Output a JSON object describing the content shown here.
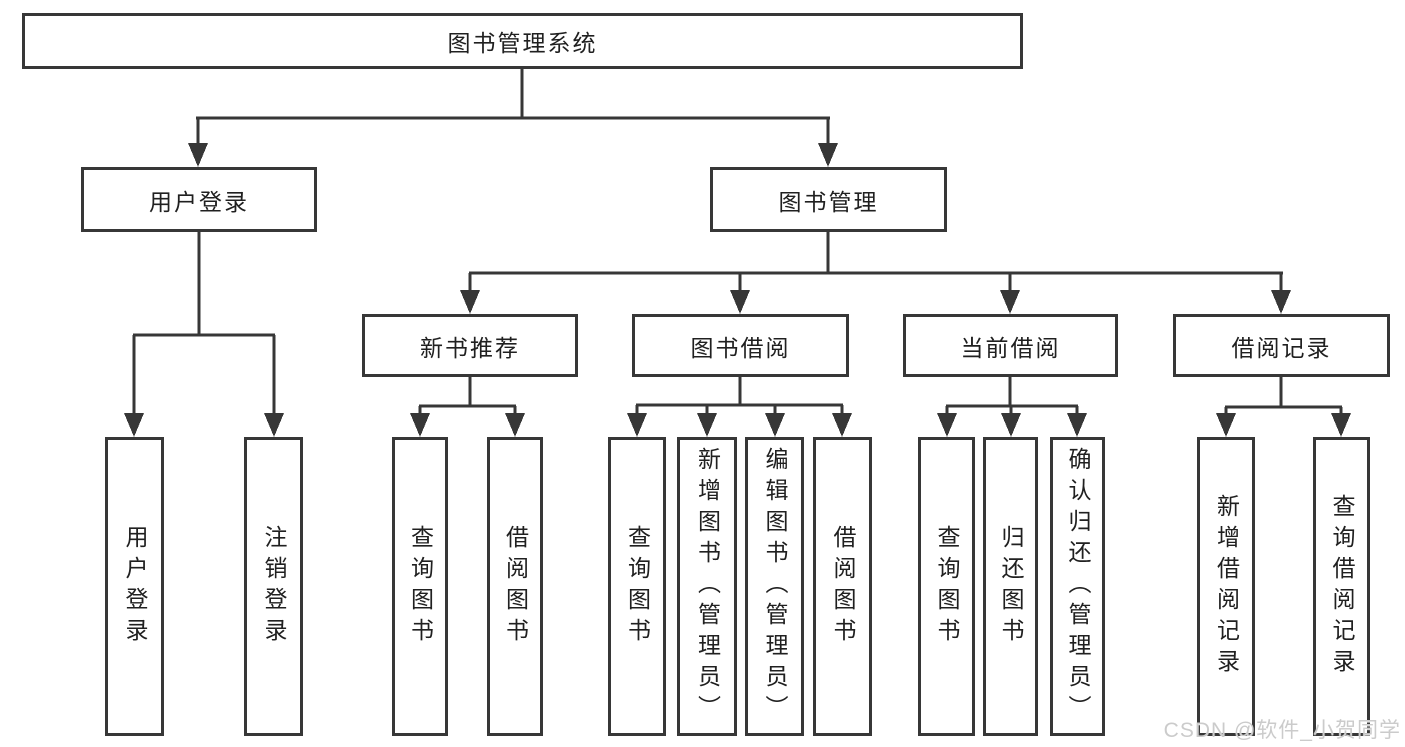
{
  "diagram": {
    "watermark": "CSDN @软件_小贺同学",
    "colors": {
      "line": "#373737",
      "box_border": "#373737",
      "text": "#202020",
      "watermark": "#cbcbcb"
    },
    "tree": {
      "root": {
        "label": "图书管理系统"
      },
      "branches": [
        {
          "label": "用户登录",
          "leaves": [
            {
              "label": "用户登录"
            },
            {
              "label": "注销登录"
            }
          ]
        },
        {
          "label": "图书管理",
          "groups": [
            {
              "label": "新书推荐",
              "leaves": [
                {
                  "label": "查询图书"
                },
                {
                  "label": "借阅图书"
                }
              ]
            },
            {
              "label": "图书借阅",
              "leaves": [
                {
                  "label": "查询图书"
                },
                {
                  "label": "新增图书（管理员）"
                },
                {
                  "label": "编辑图书（管理员）"
                },
                {
                  "label": "借阅图书"
                }
              ]
            },
            {
              "label": "当前借阅",
              "leaves": [
                {
                  "label": "查询图书"
                },
                {
                  "label": "归还图书"
                },
                {
                  "label": "确认归还（管理员）"
                }
              ]
            },
            {
              "label": "借阅记录",
              "leaves": [
                {
                  "label": "新增借阅记录"
                },
                {
                  "label": "查询借阅记录"
                }
              ]
            }
          ]
        }
      ]
    }
  }
}
